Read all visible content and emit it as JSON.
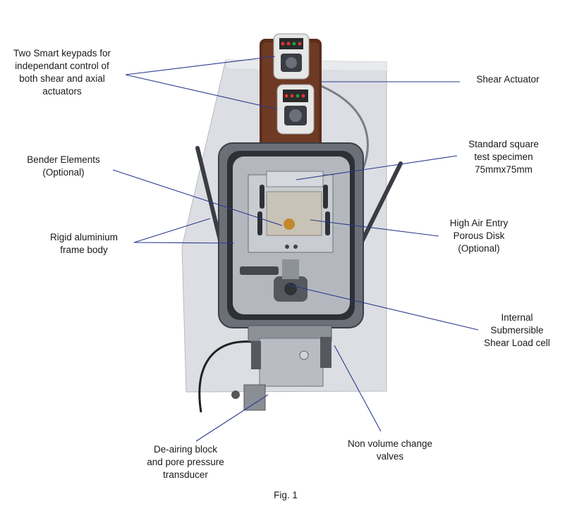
{
  "figure": {
    "caption": "Fig. 1",
    "callouts": {
      "keypads": [
        "Two Smart keypads for",
        "independant control of",
        "both shear and axial",
        "actuators"
      ],
      "shear_actuator": [
        "Shear Actuator"
      ],
      "square_specimen": [
        "Standard square",
        "test specimen",
        "75mmx75mm"
      ],
      "bender_elements": [
        "Bender Elements",
        "(Optional)"
      ],
      "porous_disk": [
        "High Air Entry",
        "Porous Disk",
        "(Optional)"
      ],
      "frame_body": [
        "Rigid aluminium",
        "frame body"
      ],
      "load_cell": [
        "Internal",
        "Submersible",
        "Shear Load cell"
      ],
      "valves": [
        "Non volume change",
        "valves"
      ],
      "deairing_block": [
        "De-airing block",
        "and pore pressure",
        "transducer"
      ]
    }
  },
  "colors": {
    "leader_line": "#2b3a8c",
    "base_plate": "#dcdee3",
    "steel": "#a9adb3",
    "dark_steel": "#55595f",
    "actuator_wood": "#5b2e1c",
    "keypad_body": "#e6e6e6",
    "specimen": "#c9c2b6",
    "porous_disk": "#c28a2c"
  }
}
